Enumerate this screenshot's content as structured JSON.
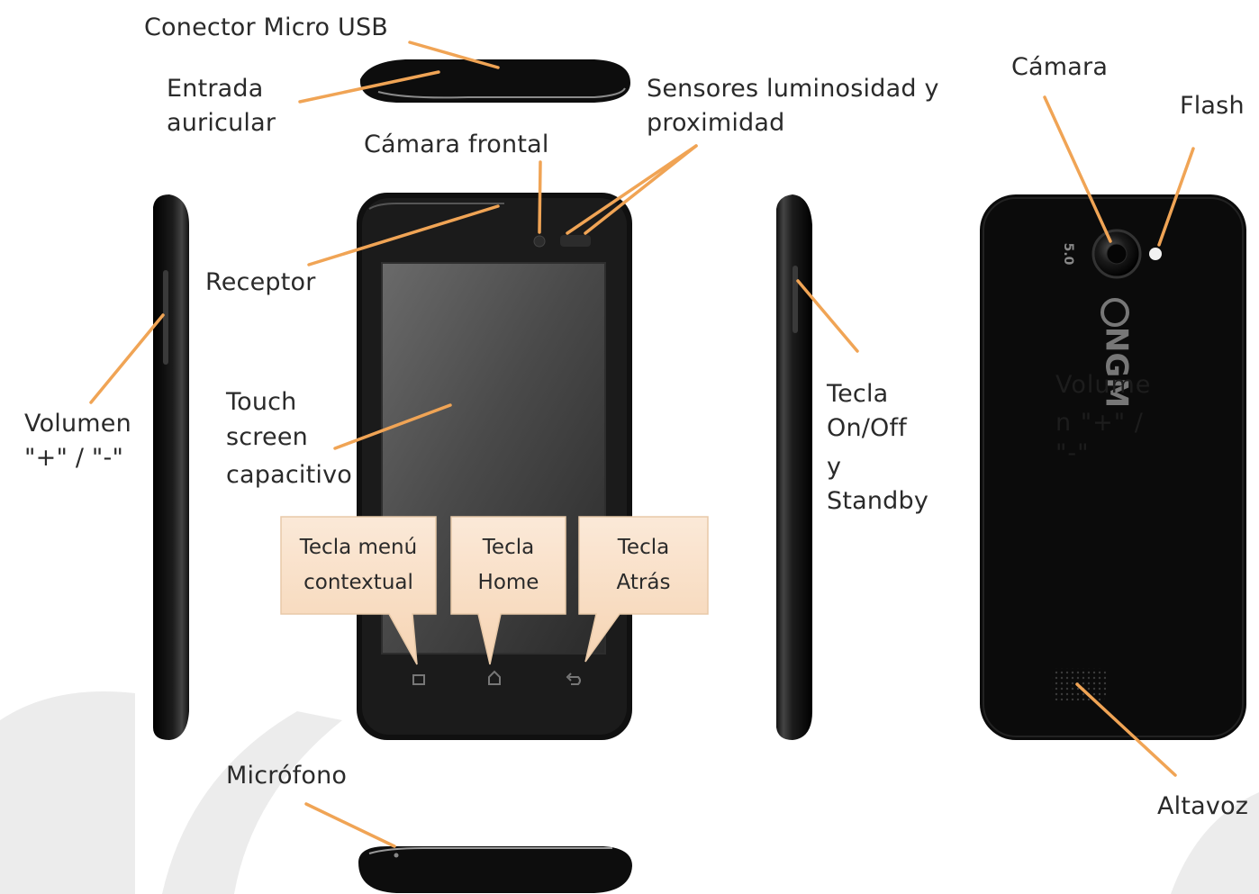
{
  "labels": {
    "micro_usb": "Conector Micro USB",
    "earphone_line1": "Entrada",
    "earphone_line2": "auricular",
    "sensors_line1": "Sensores luminosidad  y",
    "sensors_line2": "proximidad",
    "front_camera": "Cámara frontal",
    "receiver": "Receptor",
    "volume_line1": "Volumen",
    "volume_line2": "\"+\" / \"-\"",
    "touch_line1": "Touch",
    "touch_line2": "screen",
    "touch_line3": "capacitivo",
    "power_line1": "Tecla",
    "power_line2": "On/Off",
    "power_line3": "y",
    "power_line4": "Standby",
    "camera": "Cámara",
    "flash": "Flash",
    "microphone": "Micrófono",
    "speaker": "Altavoz"
  },
  "callouts": {
    "menu_line1": "Tecla menú",
    "menu_line2": "contextual",
    "home_line1": "Tecla",
    "home_line2": "Home",
    "back_line1": "Tecla",
    "back_line2": "Atrás"
  },
  "ghost_text": {
    "line1": "Volume",
    "line2": "n  \"+\"  /",
    "line3": "\"-\""
  },
  "back_panel": {
    "brand_logo": "NGM",
    "camera_badge": "5.0"
  },
  "colors": {
    "leader_line": "#f0a455",
    "callout_fill": "#fbe3cc",
    "phone_body": "#0d0d0d",
    "watermark": "#ececec"
  }
}
